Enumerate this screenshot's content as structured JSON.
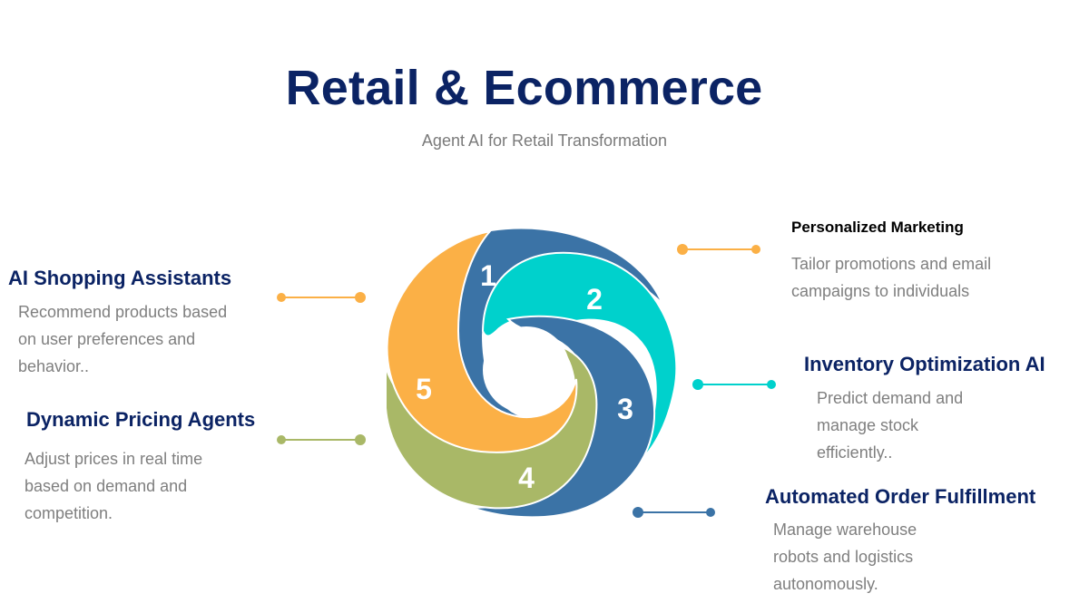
{
  "header": {
    "title": "Retail & Ecommerce",
    "subtitle": "Agent AI for Retail Transformation"
  },
  "colors": {
    "dark_blue": "#3b73a6",
    "teal": "#00d1cc",
    "orange": "#fbb046",
    "olive": "#a9b867",
    "title": "#0b2364",
    "text_gray": "#7f7f7f"
  },
  "segments": [
    {
      "number": "1",
      "color": "#3b73a6"
    },
    {
      "number": "2",
      "color": "#00d1cc"
    },
    {
      "number": "3",
      "color": "#3b73a6"
    },
    {
      "number": "4",
      "color": "#a9b867"
    },
    {
      "number": "5",
      "color": "#fbb046"
    }
  ],
  "items": {
    "ai_shopping": {
      "title": "AI Shopping Assistants",
      "description": "Recommend products based\non user preferences and\nbehavior..",
      "connector_color": "#fbb046"
    },
    "dynamic_pricing": {
      "title": "Dynamic Pricing Agents",
      "description": "Adjust prices in real time\nbased on demand and\ncompetition.",
      "connector_color": "#a9b867"
    },
    "personalized_marketing": {
      "title": "Personalized Marketing",
      "description": "Tailor promotions and email\ncampaigns to individuals",
      "connector_color": "#fbb046"
    },
    "inventory": {
      "title": "Inventory Optimization AI",
      "description": " Predict demand and\nmanage stock\nefficiently..",
      "connector_color": "#00d1cc"
    },
    "fulfillment": {
      "title": "Automated Order Fulfillment",
      "description": "Manage warehouse\nrobots and logistics\nautonomously.",
      "connector_color": "#3b73a6"
    }
  }
}
